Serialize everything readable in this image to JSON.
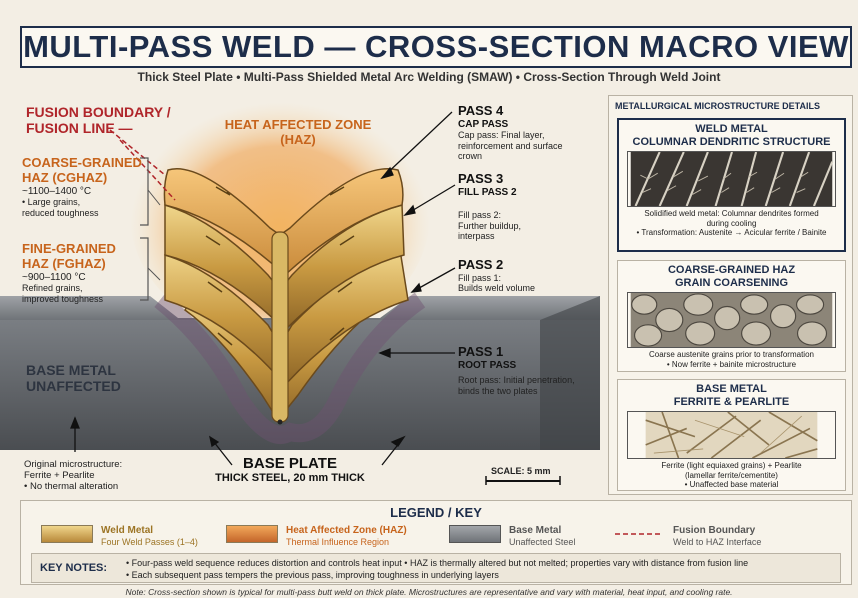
{
  "title": "MULTI-PASS WELD — CROSS-SECTION MACRO VIEW",
  "subtitle": "Thick Steel Plate • Multi-Pass Shielded Metal Arc Welding (SMAW) • Cross-Section Through Weld Joint",
  "labels": {
    "fusion": [
      "FUSION BOUNDARY /",
      "FUSION LINE —"
    ],
    "haz": [
      "HEAT AFFECTED ZONE",
      "(HAZ)"
    ],
    "cghaz_title": [
      "COARSE-GRAINED",
      "HAZ (CGHAZ)"
    ],
    "cghaz_temp": "~1100–1400 °C",
    "cghaz_desc": [
      "• Large grains,",
      "reduced toughness"
    ],
    "fghaz_title": [
      "FINE-GRAINED",
      "HAZ (FGHAZ)"
    ],
    "fghaz_temp": "~900–1100 °C",
    "fghaz_desc": [
      "Refined grains,",
      "improved toughness"
    ],
    "base_metal": [
      "BASE METAL",
      "UNAFFECTED"
    ],
    "original": [
      "Original microstructure:",
      "Ferrite + Pearlite",
      "• No thermal alteration"
    ],
    "base_plate": "BASE PLATE",
    "base_plate_sub": "THICK STEEL, 20 mm THICK",
    "scale": "SCALE: 5 mm"
  },
  "passes": [
    {
      "title": "PASS 4",
      "sub": "CAP PASS",
      "desc": [
        "Cap pass: Final layer,",
        "reinforcement and surface",
        "crown"
      ]
    },
    {
      "title": "PASS 3",
      "sub": "FILL PASS 2",
      "desc": [
        "Fill pass 2:",
        "Further buildup,",
        "interpass"
      ]
    },
    {
      "title": "PASS 2",
      "sub": "",
      "desc": [
        "Fill pass 1:",
        "Builds weld volume"
      ]
    },
    {
      "title": "PASS 1",
      "sub": "ROOT PASS",
      "desc": [
        "Root pass: Initial penetration,",
        "binds the two plates"
      ]
    }
  ],
  "panel": {
    "heading": "METALLURGICAL MICROSTRUCTURE DETAILS",
    "cards": [
      {
        "title": [
          "WELD METAL",
          "COLUMNAR DENDRITIC STRUCTURE"
        ],
        "caption": [
          "Solidified weld metal: Columnar dendrites formed",
          "during cooling",
          "• Transformation: Austenite → Acicular ferrite / Bainite"
        ]
      },
      {
        "title": [
          "COARSE-GRAINED HAZ",
          "GRAIN COARSENING"
        ],
        "caption": [
          "Coarse austenite grains prior to transformation",
          "• Now ferrite + bainite microstructure"
        ]
      },
      {
        "title": [
          "BASE METAL",
          "FERRITE & PEARLITE"
        ],
        "caption": [
          "Ferrite (light equiaxed grains) + Pearlite",
          "(lamellar ferrite/cementite)",
          "• Unaffected base material"
        ]
      }
    ]
  },
  "legend": {
    "title": "LEGEND / KEY",
    "items": [
      {
        "name": "Weld Metal",
        "sub": "Four Weld Passes (1–4)",
        "color": "#c9a24a"
      },
      {
        "name": "Heat Affected Zone (HAZ)",
        "sub": "Thermal Influence Region",
        "color": "#d98b3e"
      },
      {
        "name": "Base Metal",
        "sub": "Unaffected Steel",
        "color": "#8a8d92"
      },
      {
        "name": "Fusion Boundary",
        "sub": "Weld to HAZ Interface",
        "color": "#b0252a"
      }
    ],
    "notes_label": "KEY NOTES:",
    "notes": [
      "• Four-pass weld sequence reduces distortion and controls heat input  • HAZ is thermally altered but not melted; properties vary with distance from fusion line",
      "• Each subsequent pass tempers the previous pass, improving toughness in underlying layers"
    ]
  },
  "footnote": "Note: Cross-section shown is typical for multi-pass butt weld on thick plate. Microstructures are representative and vary with material, heat input, and cooling rate."
}
